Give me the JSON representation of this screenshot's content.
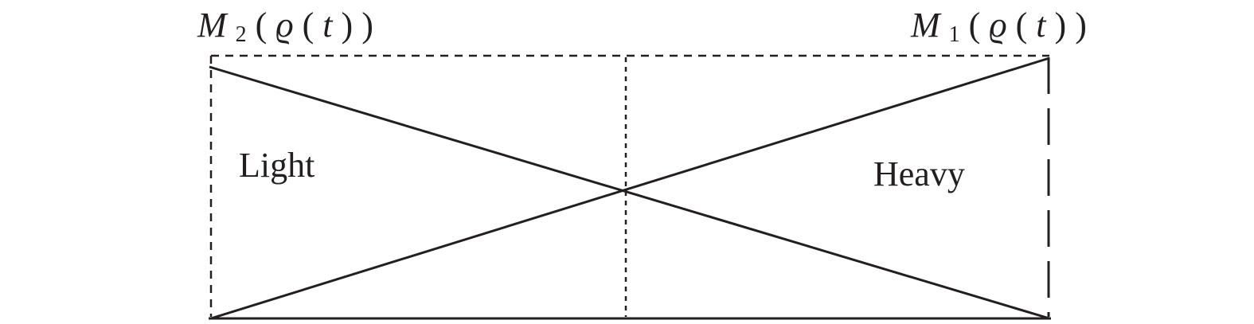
{
  "labels": {
    "left_membership": {
      "symbol": "M",
      "subscript": "2",
      "open": "(",
      "rho": "ϱ",
      "inner_open": "(",
      "var": "t",
      "inner_close": ")",
      "close": ")"
    },
    "right_membership": {
      "symbol": "M",
      "subscript": "1",
      "open": "(",
      "rho": "ϱ",
      "inner_open": "(",
      "var": "t",
      "inner_close": ")",
      "close": ")"
    },
    "light_region": "Light",
    "heavy_region": "Heavy"
  },
  "colors": {
    "ink": "#231f20",
    "background": "#ffffff"
  }
}
